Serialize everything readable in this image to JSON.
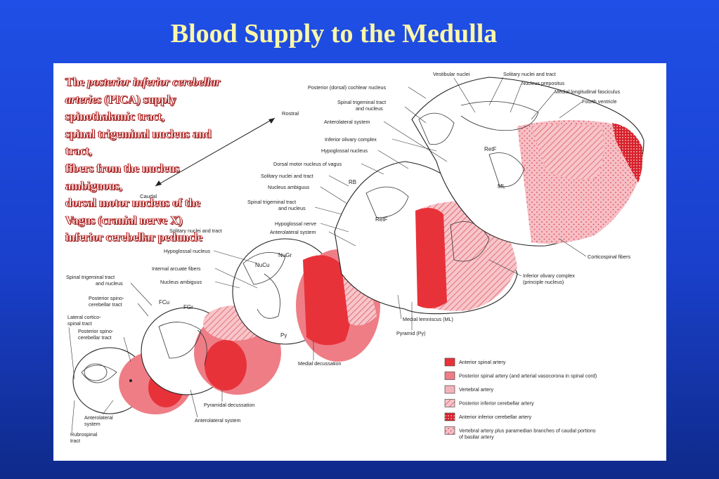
{
  "title": "Blood Supply to the Medulla",
  "overlay": {
    "line1_prefix": "The ",
    "line1_italic": "posterior inferior cerebellar",
    "line2_italic": "arteries",
    "line2_rest": " (PICA) supply",
    "lines": [
      "spinothalamic tract,",
      "spinal trigeminal nucleus and",
      "tract,",
      "fibers from the nucleus",
      "ambiguous,",
      "dorsal motor nucleus of the",
      "Vagus (cranial nerve X)",
      "inferior cerebellar peduncle"
    ]
  },
  "figure": {
    "axis": {
      "rostral": "Rostral",
      "caudal": "Caudal"
    },
    "labels": {
      "vestibular_nuclei": "Vestibular nuclei",
      "solitary_nuclei_tract_top": "Solitary nuclei and tract",
      "nucleus_prepositus": "Nucleus prepositus",
      "mlf": "Medial longitudinal fasciculus",
      "fourth_ventricle": "Fourth ventricle",
      "cochlear_nucleus": "Posterior (dorsal) cochlear nucleus",
      "sp_trig_tract_1a": "Spinal trigeminal tract",
      "sp_trig_tract_1b": "and nucleus",
      "anterolateral_1": "Anterolateral system",
      "inf_olivary_complex_1": "Inferior olivary complex",
      "hypoglossal_nucleus_1": "Hypoglossal nucleus",
      "dorsal_motor_vagus": "Dorsal motor nucleus of vagus",
      "solitary_nuclei_tract_2": "Solitary nuclei and tract",
      "nucleus_ambiguus_1": "Nucleus ambiguus",
      "sp_trig_tract_2a": "Spinal trigeminal tract",
      "sp_trig_tract_2b": "and nucleus",
      "hypoglossal_nerve": "Hypoglossal nerve",
      "anterolateral_2": "Anterolateral system",
      "solitary_nuclei_tract_3": "Solitary nuclei and tract",
      "hypoglossal_nucleus_2": "Hypoglossal nucleus",
      "internal_arcuate": "Internal arcuate fibers",
      "nucleus_ambiguus_2": "Nucleus ambiguus",
      "sp_trig_tract_3a": "Spinal trigeminal tract",
      "sp_trig_tract_3b": "and nucleus",
      "post_spinocerebellar_1a": "Posterior spino-",
      "post_spinocerebellar_1b": "cerebellar tract",
      "lat_corticospinal_a": "Lateral cortico-",
      "lat_corticospinal_b": "spinal tract",
      "post_spinocerebellar_2a": "Posterior spino-",
      "post_spinocerebellar_2b": "cerebellar tract",
      "anterolateral_3a": "Anterolateral",
      "anterolateral_3b": "system",
      "rubrospinal_a": "Rubrospinal",
      "rubrospinal_b": "tract",
      "pyramidal_decussation": "Pyramidal decussation",
      "anterolateral_4": "Anterolateral system",
      "medial_decussation": "Medial decussation",
      "pyramid": "Pyramid (Py)",
      "medial_lemniscus": "Medial lemniscus (ML)",
      "inf_olivary_principle_a": "Inferior olivary complex",
      "inf_olivary_principle_b": "(principle nucleus)",
      "corticospinal_fibers": "Corticospinal fibers",
      "in_retf_1": "RetF",
      "in_retf_2": "RetF",
      "in_ml": "ML",
      "in_rb": "RB",
      "in_nugr": "NuGr",
      "in_nucu": "NuCu",
      "in_py": "Py",
      "in_fcu": "FCu",
      "in_fgr": "FGr"
    },
    "legend": [
      {
        "label": "Anterior spinal artery",
        "color": "#e8323a",
        "pattern": "solid"
      },
      {
        "label": "Posterior spinal artery (and arterial vasocorona in spinal cord)",
        "color": "#ef7d86",
        "pattern": "solid"
      },
      {
        "label": "Vertebral artery",
        "color": "#f4b3bb",
        "pattern": "solid"
      },
      {
        "label": "Posterior inferior cerebellar artery",
        "color": "#f2a5ad",
        "pattern": "hatch"
      },
      {
        "label": "Anterior inferior cerebellar artery",
        "color": "#e23038",
        "pattern": "dots-dense"
      },
      {
        "label": "Vertebral artery plus paramedian branches of caudal portions",
        "label2": "of basilar artery",
        "color": "#f6c1c7",
        "pattern": "dots-sparse"
      }
    ]
  }
}
